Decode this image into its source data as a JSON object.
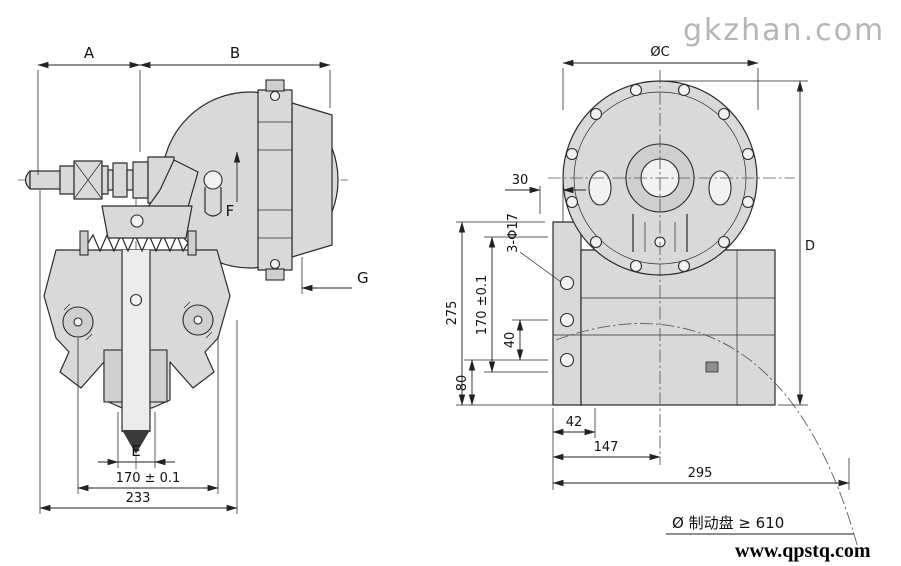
{
  "watermarks": {
    "top": "gkzhan.com",
    "bottom": "www.qpstq.com"
  },
  "left_view": {
    "dims": {
      "A": "A",
      "B": "B",
      "E": "E",
      "F": "F",
      "G": "G",
      "w170": "170 ± 0.1",
      "w233": "233"
    }
  },
  "right_view": {
    "dims": {
      "C": "ØC",
      "D": "D",
      "n30": "30",
      "n275": "275",
      "n170": "170 ±0.1",
      "holes": "3-Φ17",
      "n40": "40",
      "n80": "80",
      "n42": "42",
      "n147": "147",
      "n295": "295"
    },
    "disc_note": "Ø 制动盘 ≥ 610"
  }
}
